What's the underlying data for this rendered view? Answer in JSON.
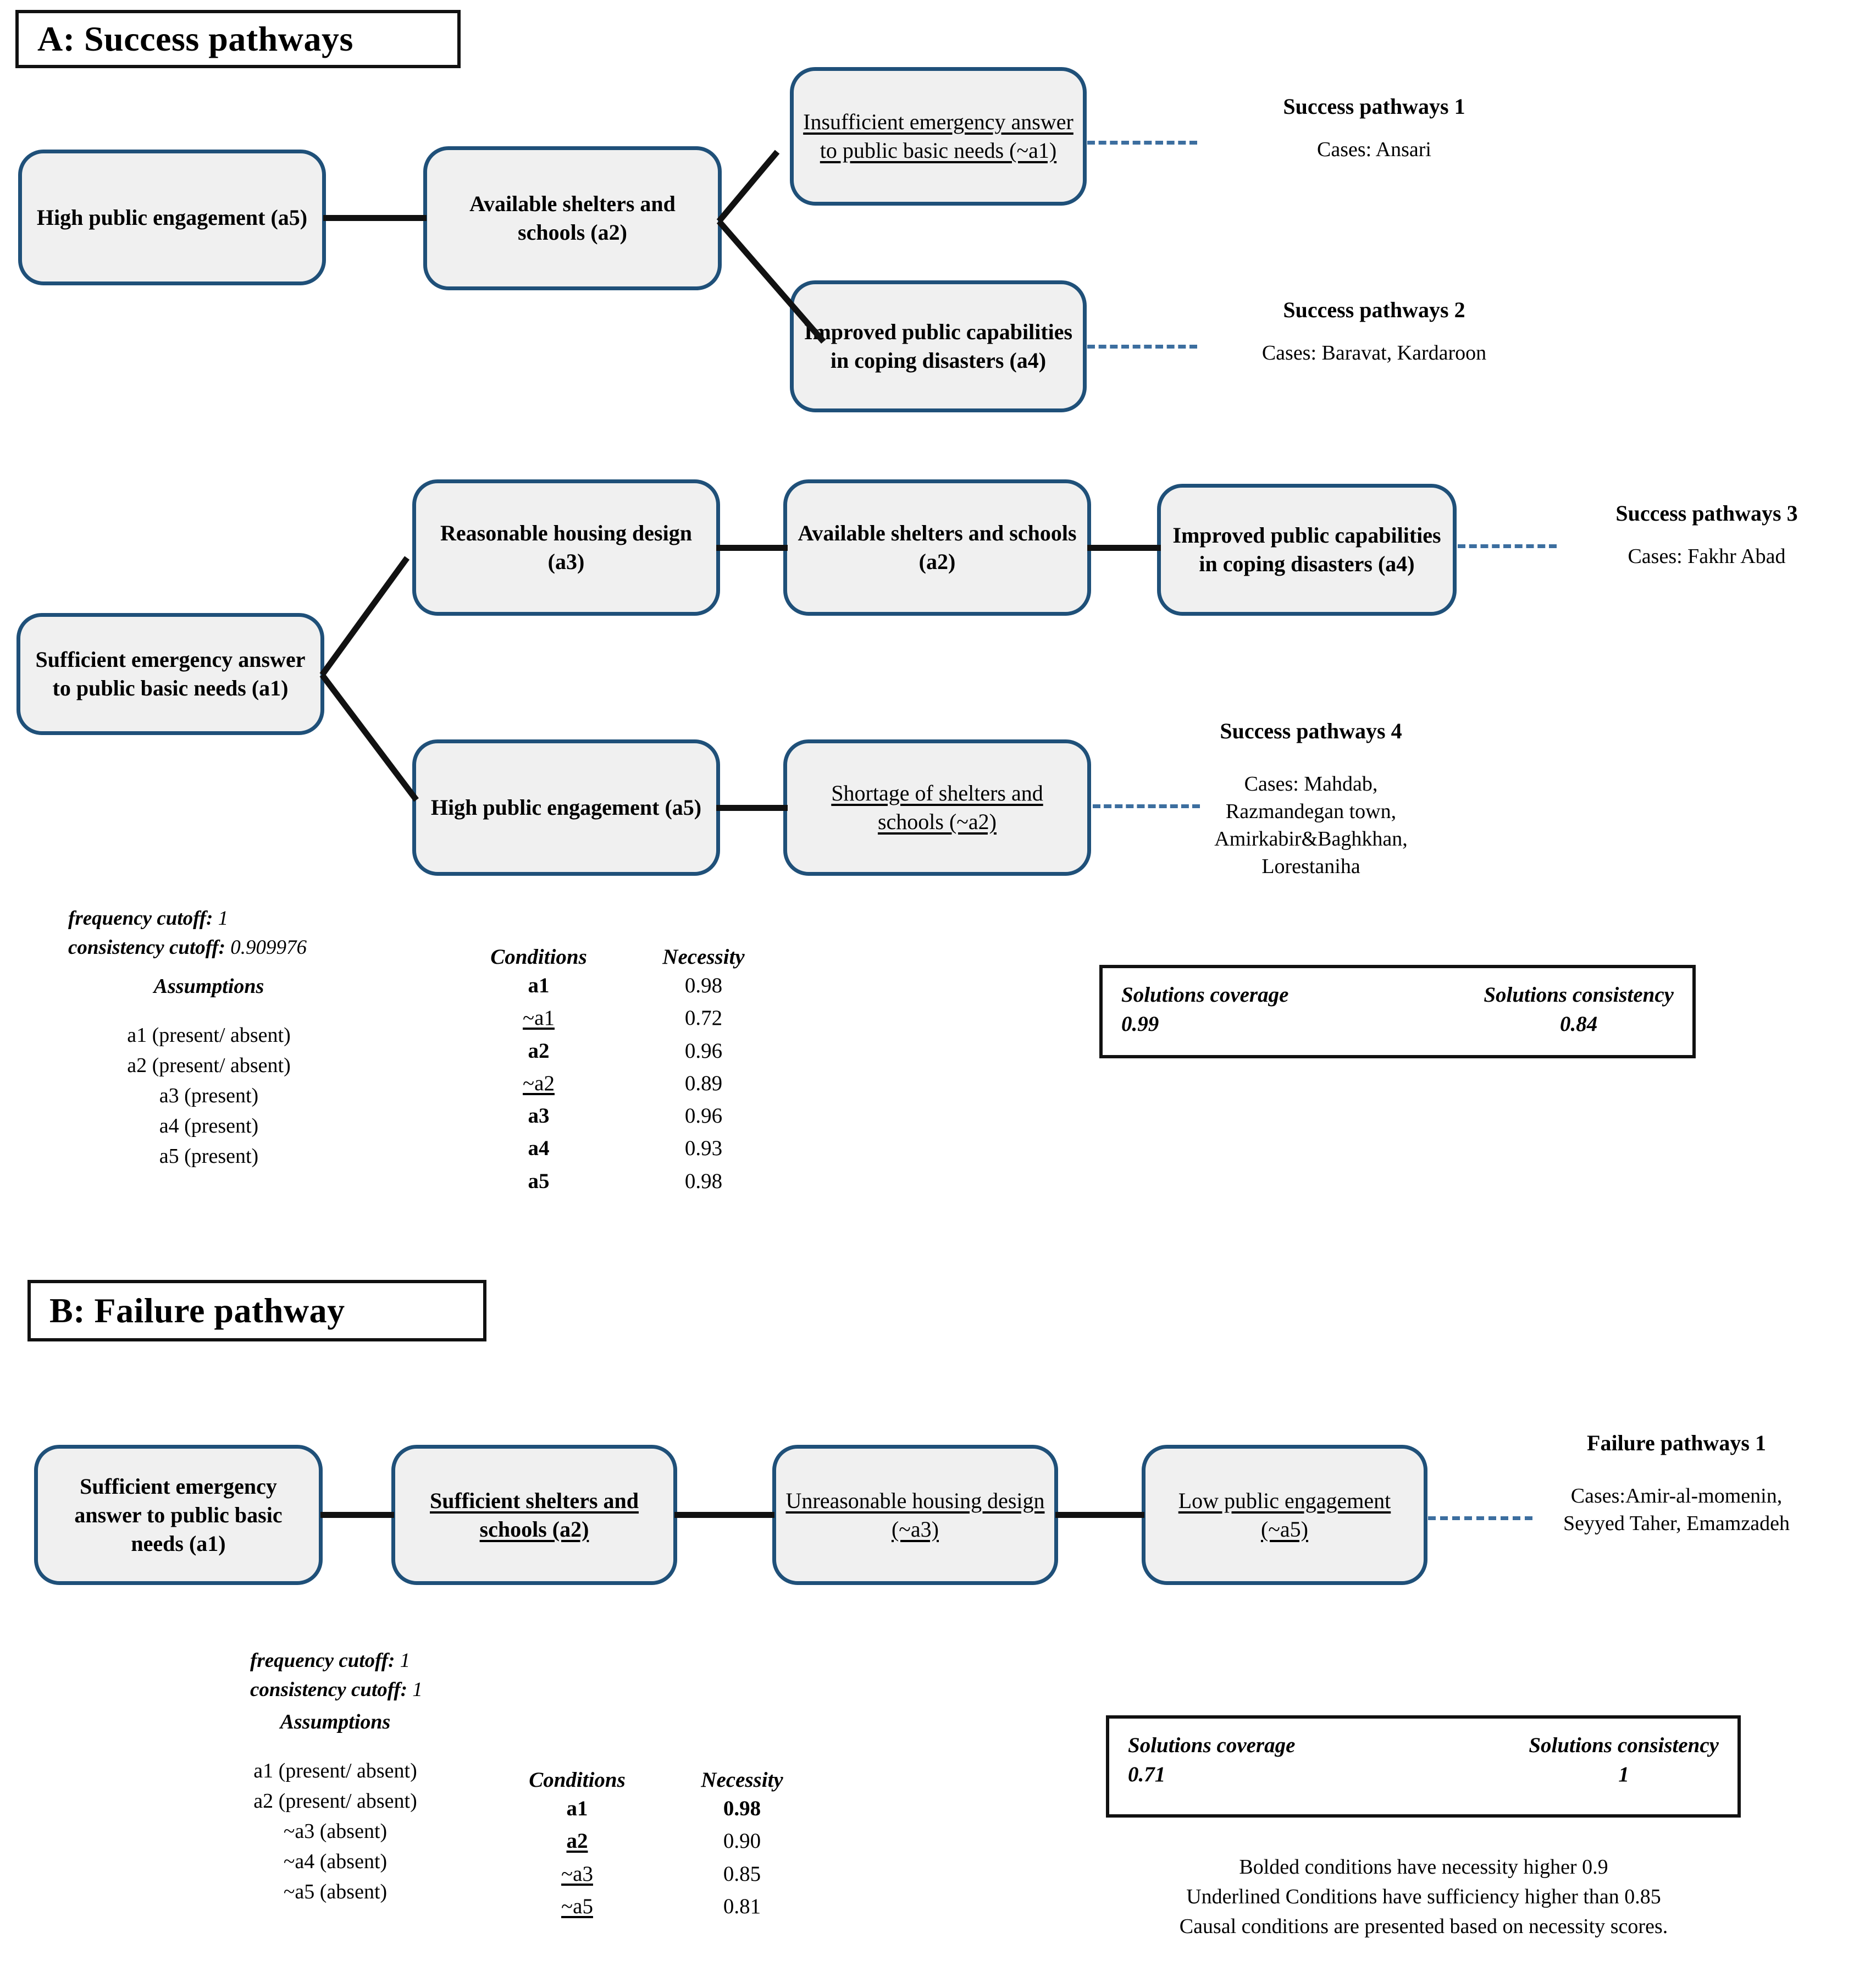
{
  "colors": {
    "node_border": "#1F5079",
    "node_fill": "#F0F0F0",
    "connector": "#111111",
    "dashed_connector": "#3C6E9F",
    "frame": "#111111"
  },
  "panel_a": {
    "title": "A: Success pathways",
    "nodes": {
      "a5_top": "High public engagement (a5)",
      "a2_top": "Available shelters and schools (a2)",
      "not_a1": "Insufficient emergency answer to public basic needs (~a1)",
      "a4_top": "Improved public capabilities in coping disasters (a4)",
      "a1_mid": "Sufficient emergency answer to public basic needs (a1)",
      "a3_mid": "Reasonable housing design (a3)",
      "a2_mid": "Available shelters and schools (a2)",
      "a4_mid": "Improved public capabilities in coping disasters (a4)",
      "a5_bot": "High public engagement (a5)",
      "not_a2": "Shortage of shelters and schools (~a2)"
    },
    "pathways": [
      {
        "title": "Success pathways 1",
        "cases": "Cases: Ansari"
      },
      {
        "title": "Success pathways 2",
        "cases": "Cases: Baravat, Kardaroon"
      },
      {
        "title": "Success pathways 3",
        "cases": "Cases: Fakhr Abad"
      },
      {
        "title": "Success pathways 4",
        "cases": "Cases: Mahdab,\nRazmandegan town,\nAmirkabir&Baghkhan,\nLorestaniha"
      }
    ],
    "cutoffs": {
      "frequency_label": "frequency cutoff:",
      "frequency_value": "1",
      "consistency_label": "consistency cutoff:",
      "consistency_value": "0.909976"
    },
    "assumptions": {
      "heading": "Assumptions",
      "items": [
        "a1 (present/ absent)",
        "a2 (present/ absent)",
        "a3 (present)",
        "a4 (present)",
        "a5 (present)"
      ]
    },
    "necessity_table": {
      "col_conditions": "Conditions",
      "col_necessity": "Necessity",
      "rows": [
        {
          "condition": "a1",
          "necessity": "0.98",
          "bold": true,
          "underline": false
        },
        {
          "condition": "~a1",
          "necessity": "0.72",
          "bold": false,
          "underline": true
        },
        {
          "condition": "a2",
          "necessity": "0.96",
          "bold": true,
          "underline": false
        },
        {
          "condition": "~a2",
          "necessity": "0.89",
          "bold": false,
          "underline": true
        },
        {
          "condition": "a3",
          "necessity": "0.96",
          "bold": true,
          "underline": false
        },
        {
          "condition": "a4",
          "necessity": "0.93",
          "bold": true,
          "underline": false
        },
        {
          "condition": "a5",
          "necessity": "0.98",
          "bold": true,
          "underline": false
        }
      ]
    },
    "solutions": {
      "coverage_label": "Solutions coverage",
      "coverage_value": "0.99",
      "consistency_label": "Solutions consistency",
      "consistency_value": "0.84"
    }
  },
  "panel_b": {
    "title": "B: Failure pathway",
    "nodes": {
      "a1": "Sufficient emergency answer to public basic needs (a1)",
      "a2": "Sufficient shelters and schools (a2)",
      "not_a3": "Unreasonable housing design (~a3)",
      "not_a5": "Low public engagement (~a5)"
    },
    "pathways": [
      {
        "title": "Failure pathways 1",
        "cases": "Cases:Amir-al-momenin,\nSeyyed Taher, Emamzadeh"
      }
    ],
    "cutoffs": {
      "frequency_label": "frequency cutoff:",
      "frequency_value": "1",
      "consistency_label": "consistency cutoff:",
      "consistency_value": "1"
    },
    "assumptions": {
      "heading": "Assumptions",
      "items": [
        "a1 (present/ absent)",
        "a2 (present/ absent)",
        "~a3 (absent)",
        "~a4 (absent)",
        "~a5 (absent)"
      ]
    },
    "necessity_table": {
      "col_conditions": "Conditions",
      "col_necessity": "Necessity",
      "rows": [
        {
          "condition": "a1",
          "necessity": "0.98",
          "bold": true,
          "underline": false
        },
        {
          "condition": "a2",
          "necessity": "0.90",
          "bold": true,
          "underline": true
        },
        {
          "condition": "~a3",
          "necessity": "0.85",
          "bold": false,
          "underline": true
        },
        {
          "condition": "~a5",
          "necessity": "0.81",
          "bold": false,
          "underline": true
        }
      ]
    },
    "solutions": {
      "coverage_label": "Solutions coverage",
      "coverage_value": "0.71",
      "consistency_label": "Solutions consistency",
      "consistency_value": "1"
    }
  },
  "legend": {
    "line1": "Bolded conditions have necessity higher 0.9",
    "line2": "Underlined Conditions have sufficiency higher than 0.85",
    "line3": "Causal conditions are presented based on necessity scores."
  }
}
